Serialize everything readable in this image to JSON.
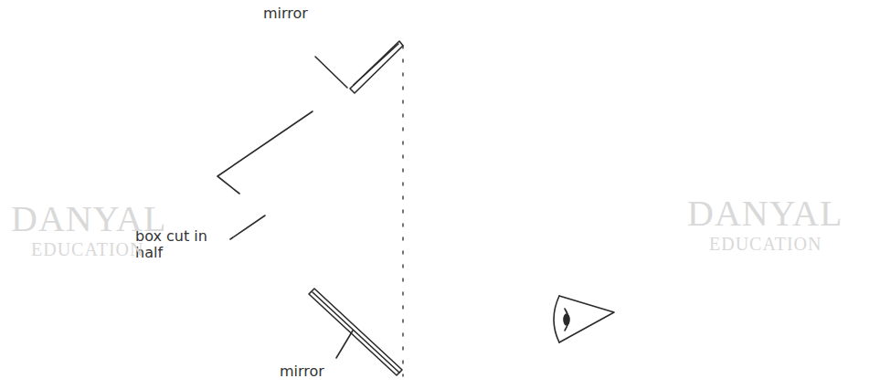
{
  "diagram": {
    "labels": [
      "mirror",
      "box cut in half",
      "mirror",
      "DANYAL",
      "EDUCATION",
      "DANYAL",
      "EDUCATION"
    ]
  }
}
